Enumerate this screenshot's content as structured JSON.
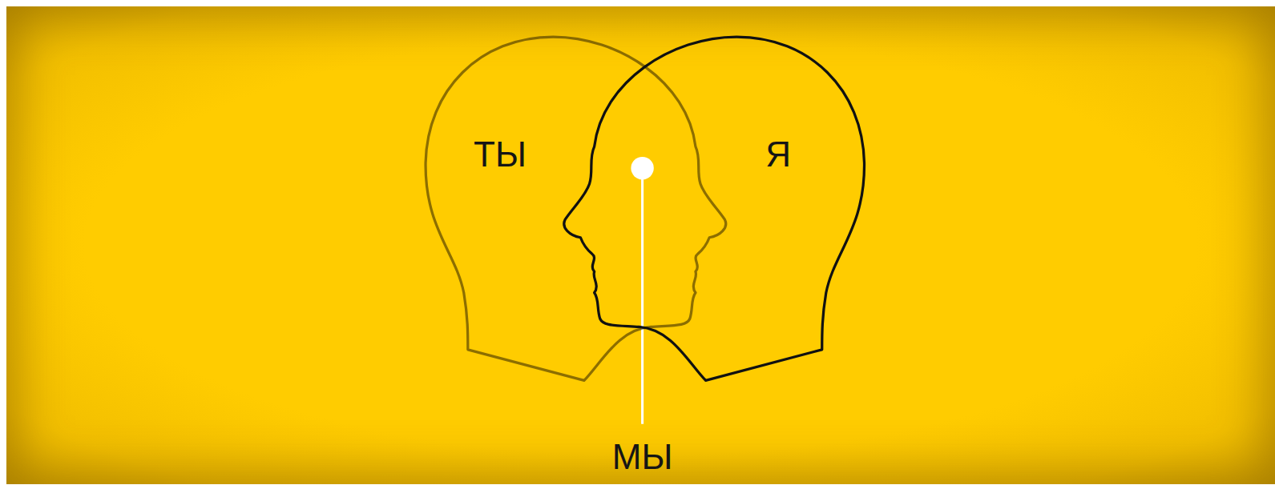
{
  "diagram": {
    "nodes": [
      {
        "text": [
          "ТЫ"
        ]
      },
      {
        "text": [
          "Я"
        ]
      }
    ],
    "labels": [
      "МЫ"
    ]
  }
}
